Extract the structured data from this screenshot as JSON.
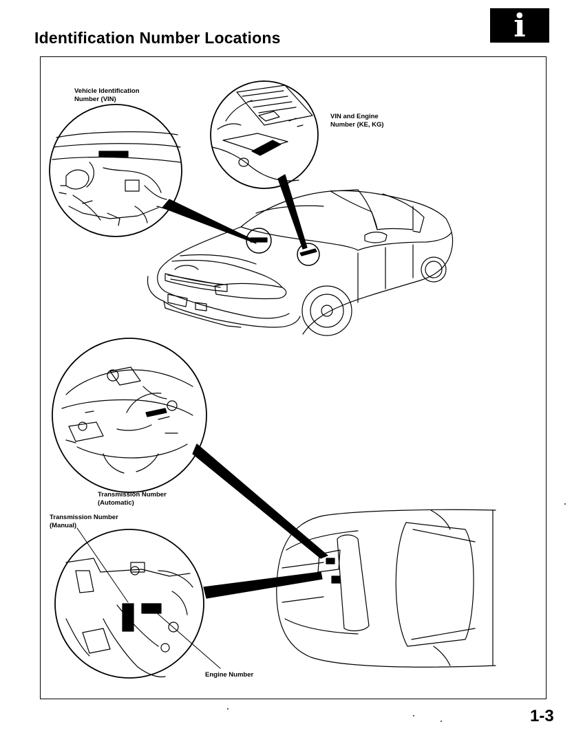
{
  "page": {
    "title": "Identification Number Locations",
    "section_icon": "i",
    "page_number": "1-3"
  },
  "labels": {
    "vin": [
      "Vehicle Identification",
      "Number (VIN)"
    ],
    "vin_engine": [
      "VIN and Engine",
      "Number (KE, KG)"
    ],
    "trans_auto": [
      "Transmission Number",
      "(Automatic)"
    ],
    "trans_manual": [
      "Transmission Number",
      "(Manual)"
    ],
    "engine_number": "Engine Number"
  },
  "icons": {
    "section": "info-icon"
  }
}
